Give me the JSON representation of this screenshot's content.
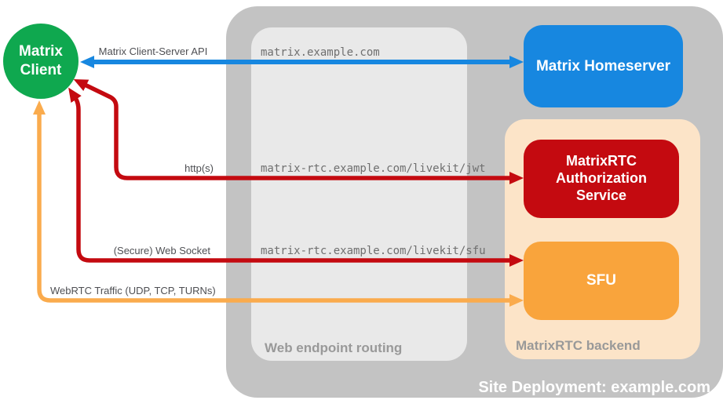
{
  "colors": {
    "green": "#0FA84F",
    "blue": "#1787E0",
    "red": "#C40A10",
    "orange_box": "#F9A43C",
    "orange_arrow": "#FAAB4D",
    "backend_peach": "#FCE4C8",
    "container_gray": "#C3C3C3",
    "routing_gray": "#E9E9E9"
  },
  "client": {
    "label": "Matrix Client"
  },
  "homeserver": {
    "label": "Matrix Homeserver"
  },
  "routing": {
    "label": "Web endpoint routing",
    "endpoints": {
      "homeserver": "matrix.example.com",
      "jwt": "matrix-rtc.example.com/livekit/jwt",
      "sfu": "matrix-rtc.example.com/livekit/sfu"
    }
  },
  "backend": {
    "label": "MatrixRTC backend",
    "auth_service": {
      "label": "MatrixRTC Authorization Service"
    },
    "sfu": {
      "label": "SFU"
    }
  },
  "arrows": {
    "client_server_api": {
      "label": "Matrix Client-Server API"
    },
    "https": {
      "label": "http(s)"
    },
    "websocket": {
      "label": "(Secure) Web Socket"
    },
    "webrtc": {
      "label": "WebRTC Traffic (UDP, TCP, TURNs)"
    }
  },
  "deployment": {
    "title": "Site Deployment: example.com"
  }
}
